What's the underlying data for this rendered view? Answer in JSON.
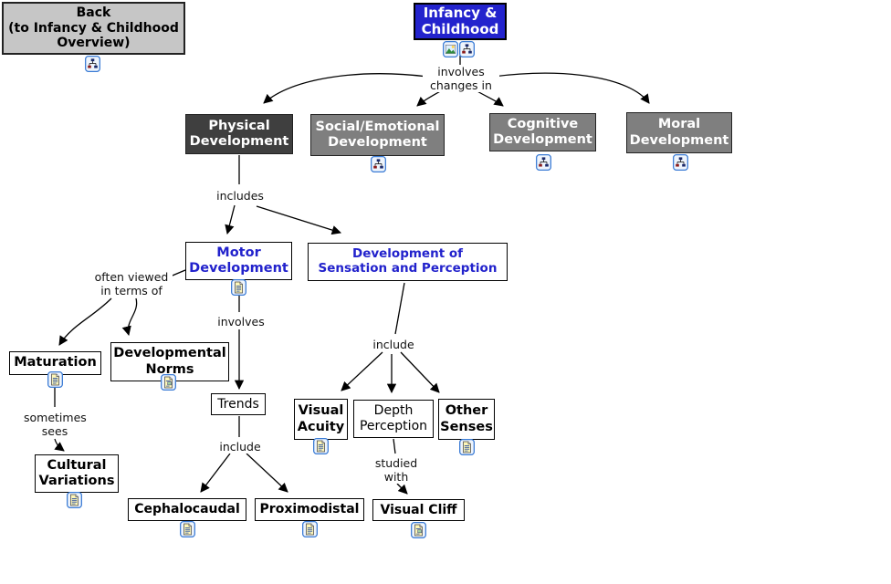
{
  "colors": {
    "node_blue": "#2323cd",
    "node_dark_gray": "#3f3f3f",
    "node_gray": "#7f7f7f",
    "node_back_gray": "#c6c6c6",
    "blue_text": "#2222cc",
    "line_black": "#000000",
    "icon_border_blue": "#3a7bd5",
    "document_yellow": "#fdf6b8"
  },
  "nodes": {
    "back": {
      "lines": [
        "Back",
        "(to Infancy & Childhood",
        "Overview)"
      ],
      "icons": [
        "concept-map"
      ]
    },
    "infancy": {
      "lines": [
        "Infancy &",
        "Childhood"
      ],
      "icons": [
        "image",
        "concept-map"
      ]
    },
    "physical": {
      "lines": [
        "Physical",
        "Development"
      ],
      "icons": []
    },
    "social": {
      "lines": [
        "Social/Emotional",
        "Development"
      ],
      "icons": [
        "concept-map"
      ]
    },
    "cognitive": {
      "lines": [
        "Cognitive",
        "Development"
      ],
      "icons": [
        "concept-map"
      ]
    },
    "moral": {
      "lines": [
        "Moral",
        "Development"
      ],
      "icons": [
        "concept-map"
      ]
    },
    "motor": {
      "lines": [
        "Motor",
        "Development"
      ],
      "icons": [
        "document"
      ]
    },
    "dsp": {
      "lines": [
        "Development of",
        "Sensation and Perception"
      ],
      "icons": []
    },
    "maturation": {
      "lines": [
        "Maturation"
      ],
      "icons": [
        "document"
      ]
    },
    "devnorms": {
      "lines": [
        "Developmental",
        "Norms"
      ],
      "icons": [
        "document-image"
      ]
    },
    "trends": {
      "lines": [
        "Trends"
      ],
      "icons": []
    },
    "cultural": {
      "lines": [
        "Cultural",
        "Variations"
      ],
      "icons": [
        "document"
      ]
    },
    "cephalocaudal": {
      "lines": [
        "Cephalocaudal"
      ],
      "icons": [
        "document"
      ]
    },
    "proximodistal": {
      "lines": [
        "Proximodistal"
      ],
      "icons": [
        "document"
      ]
    },
    "visual_acuity": {
      "lines": [
        "Visual",
        "Acuity"
      ],
      "icons": [
        "document"
      ]
    },
    "depth": {
      "lines": [
        "Depth",
        "Perception"
      ],
      "icons": []
    },
    "other_senses": {
      "lines": [
        "Other",
        "Senses"
      ],
      "icons": [
        "document"
      ]
    },
    "visual_cliff": {
      "lines": [
        "Visual Cliff"
      ],
      "icons": [
        "document-image"
      ]
    }
  },
  "links": {
    "involves_changes": {
      "lines": [
        "involves",
        "changes in"
      ]
    },
    "includes": {
      "lines": [
        "includes"
      ]
    },
    "often_viewed": {
      "lines": [
        "often viewed",
        "in terms of"
      ]
    },
    "involves": {
      "lines": [
        "involves"
      ]
    },
    "include_left": {
      "lines": [
        "include"
      ]
    },
    "sometimes_sees": {
      "lines": [
        "sometimes",
        "sees"
      ]
    },
    "include_right": {
      "lines": [
        "include"
      ]
    },
    "studied_with": {
      "lines": [
        "studied",
        "with"
      ]
    }
  }
}
